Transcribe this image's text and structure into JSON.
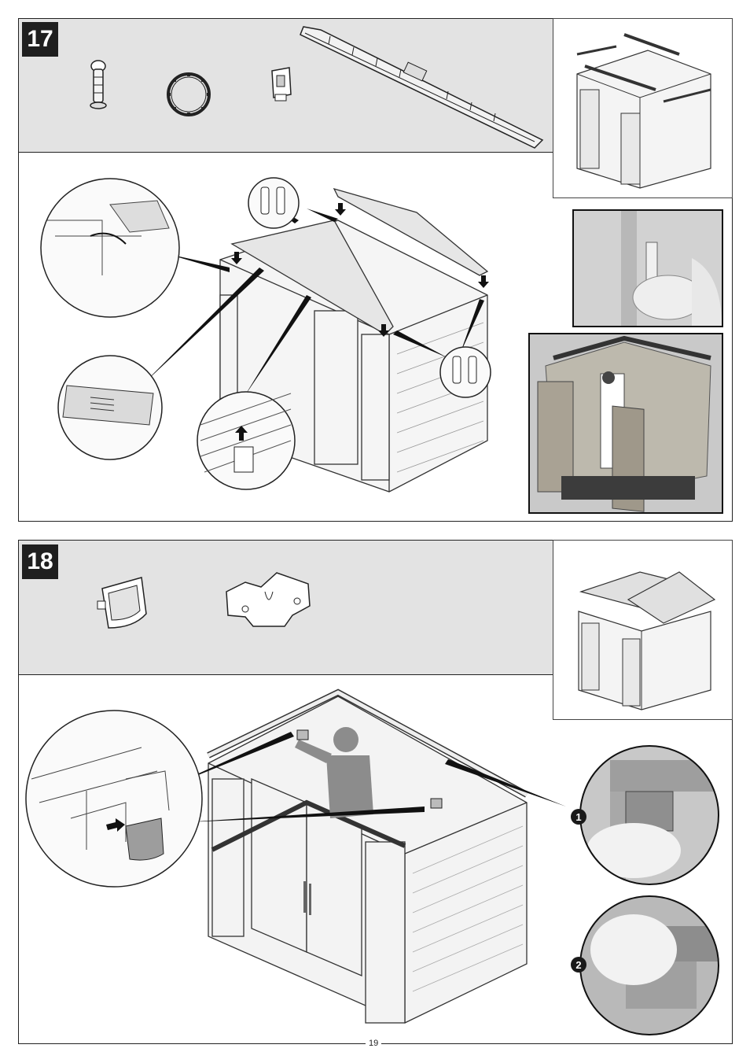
{
  "steps": [
    {
      "number": "17"
    },
    {
      "number": "18"
    }
  ],
  "callouts": [
    "1",
    "2"
  ],
  "page_number": "19",
  "colors": {
    "badge": "#1f1f1f",
    "band": "#e3e3e3",
    "line": "#222222",
    "panel": "#d9d4c8"
  }
}
